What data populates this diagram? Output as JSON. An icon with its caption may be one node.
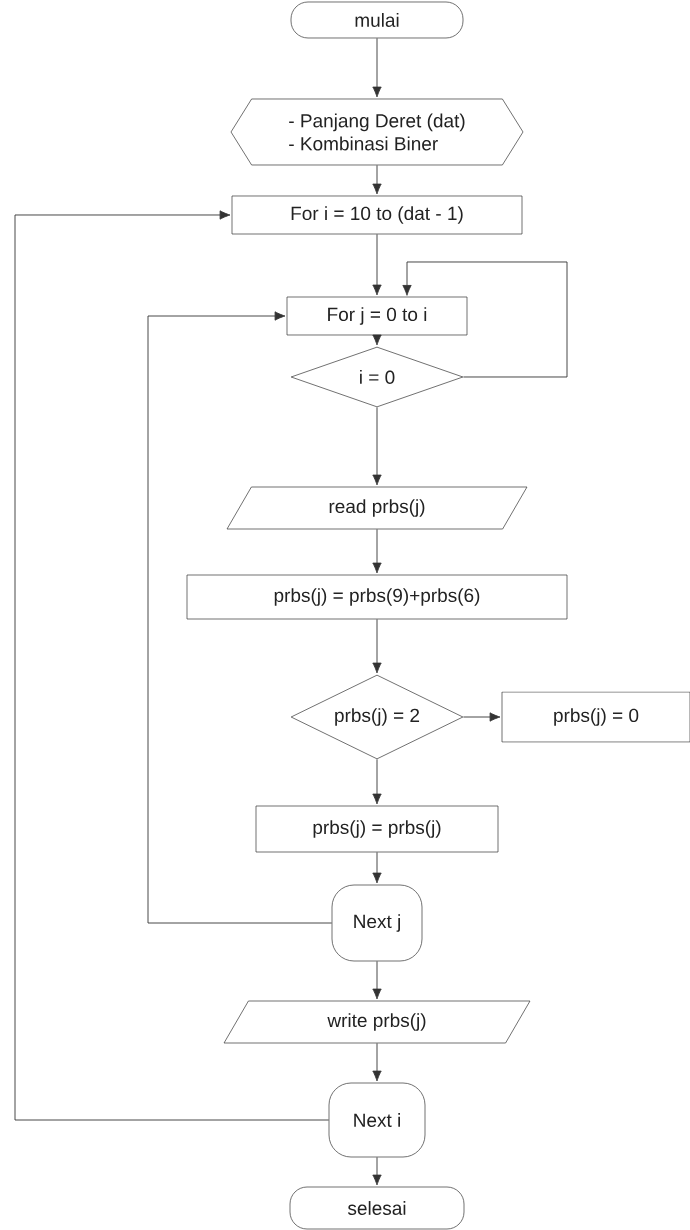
{
  "diagram": {
    "nodes": [
      {
        "text": [
          "mulai"
        ]
      },
      {
        "text": [
          "- Panjang Deret (dat)",
          "- Kombinasi Biner"
        ]
      },
      {
        "text": [
          "For i = 10 to (dat - 1)"
        ]
      },
      {
        "text": [
          "For j = 0 to i"
        ]
      },
      {
        "text": [
          "i = 0"
        ]
      },
      {
        "text": [
          "read prbs(j)"
        ]
      },
      {
        "text": [
          "prbs(j) = prbs(9)+prbs(6)"
        ]
      },
      {
        "text": [
          "prbs(j) = 2"
        ]
      },
      {
        "text": [
          "prbs(j) = 0"
        ]
      },
      {
        "text": [
          "prbs(j) = prbs(j)"
        ]
      },
      {
        "text": [
          "Next j"
        ]
      },
      {
        "text": [
          "write prbs(j)"
        ]
      },
      {
        "text": [
          "Next i"
        ]
      },
      {
        "text": [
          "selesai"
        ]
      }
    ],
    "edges": [
      {
        "from": 0,
        "to": 1,
        "arrow": "to"
      },
      {
        "from": 1,
        "to": 2,
        "arrow": "to"
      },
      {
        "from": 2,
        "to": 3,
        "arrow": "to"
      },
      {
        "from": 3,
        "to": 4,
        "arrow": "to"
      },
      {
        "from": 4,
        "to": 3,
        "arrow": "to"
      },
      {
        "from": 4,
        "to": 5,
        "arrow": "to"
      },
      {
        "from": 5,
        "to": 6,
        "arrow": "to"
      },
      {
        "from": 6,
        "to": 7,
        "arrow": "to"
      },
      {
        "from": 7,
        "to": 8,
        "arrow": "to"
      },
      {
        "from": 7,
        "to": 9,
        "arrow": "to"
      },
      {
        "from": 9,
        "to": 10,
        "arrow": "to"
      },
      {
        "from": 10,
        "to": 3,
        "arrow": "to"
      },
      {
        "from": 10,
        "to": 11,
        "arrow": "to"
      },
      {
        "from": 11,
        "to": 12,
        "arrow": "to"
      },
      {
        "from": 12,
        "to": 2,
        "arrow": "to"
      },
      {
        "from": 12,
        "to": 13,
        "arrow": "to"
      }
    ]
  }
}
